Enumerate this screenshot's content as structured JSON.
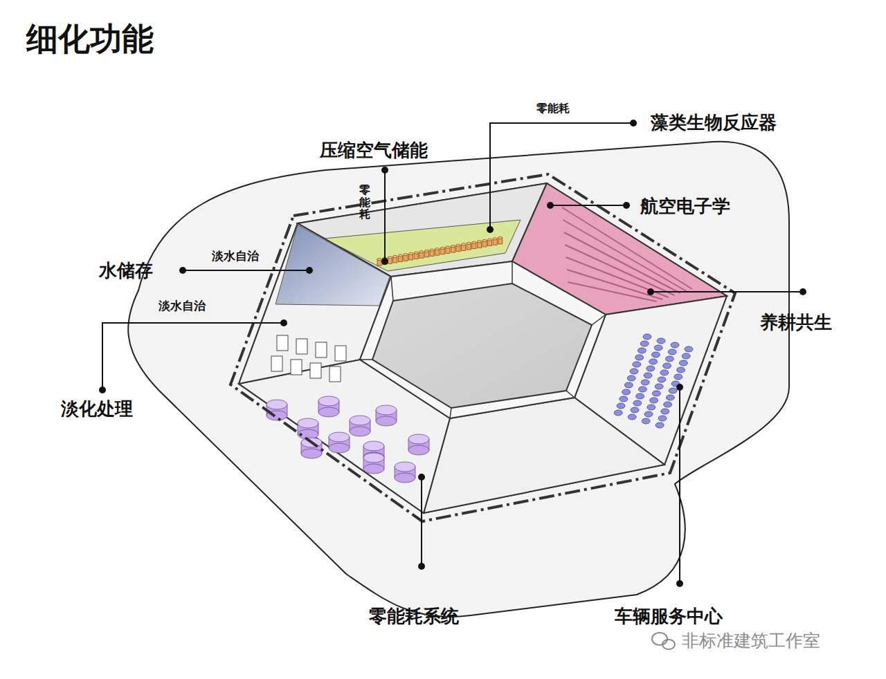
{
  "diagram": {
    "title": "细化功能",
    "labels": [
      "零能耗",
      "藻类生物反应器",
      "压缩空气储能",
      "零能耗",
      "航空电子学",
      "淡水自治",
      "水储存",
      "淡水自治",
      "养耕共生",
      "淡化处理",
      "零能耗系统",
      "车辆服务中心",
      "非标准建筑工作室"
    ]
  }
}
